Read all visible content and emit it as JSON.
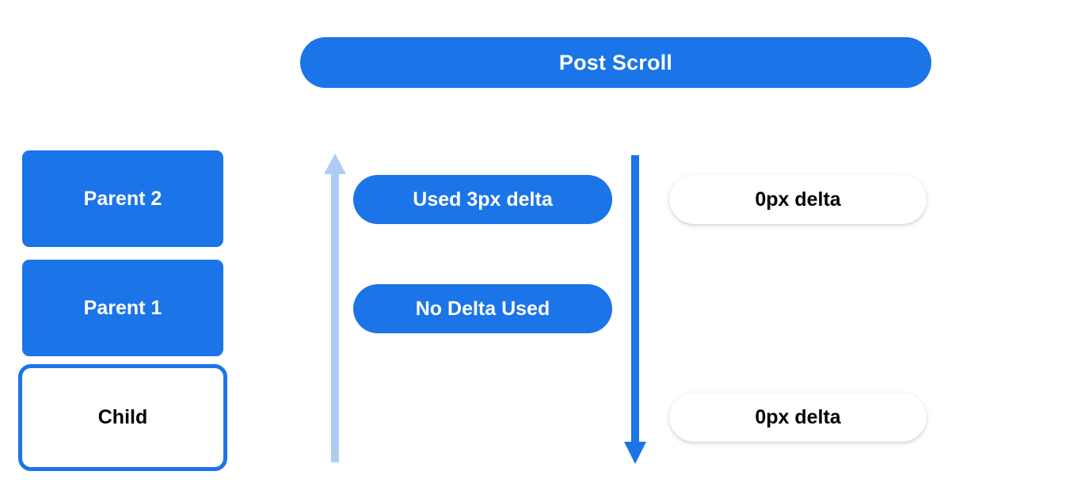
{
  "colors": {
    "brand_blue": "#1b74e8",
    "light_blue": "#aecbf4",
    "text_on_blue": "#ffffff",
    "text_dark": "#000000",
    "background": "#ffffff"
  },
  "header": {
    "title": "Post Scroll"
  },
  "scroll_chain": {
    "nodes": [
      {
        "label": "Parent 2",
        "style": "filled"
      },
      {
        "label": "Parent 1",
        "style": "filled"
      },
      {
        "label": "Child",
        "style": "outlined"
      }
    ]
  },
  "arrows": [
    {
      "name": "bubble-up-arrow",
      "direction": "up",
      "color": "#aecbf4"
    },
    {
      "name": "dispatch-down-arrow",
      "direction": "down",
      "color": "#1b74e8"
    }
  ],
  "consumed_column": {
    "items": [
      {
        "label": "Used 3px delta"
      },
      {
        "label": "No Delta Used"
      }
    ]
  },
  "remaining_column": {
    "items": [
      {
        "label": "0px delta"
      },
      {
        "label": "0px delta"
      }
    ]
  }
}
